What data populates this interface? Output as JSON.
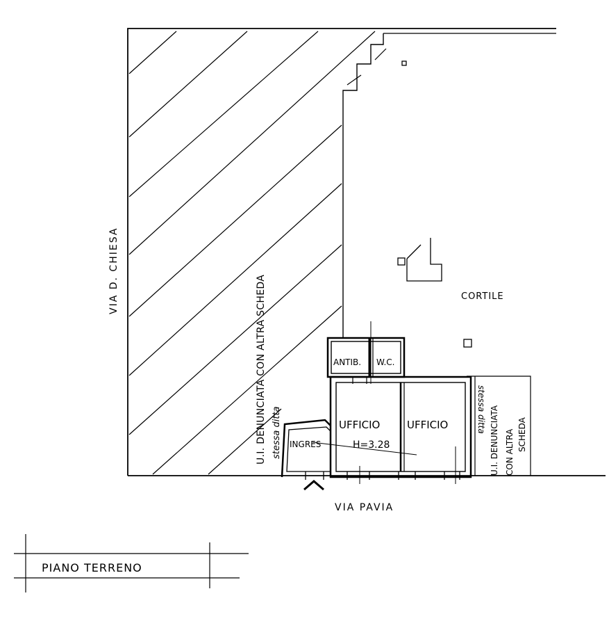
{
  "labels": {
    "via_chiesa": "VIA D. CHIESA",
    "via_pavia": "VIA PAVIA",
    "cortile": "CORTILE",
    "denunciata_left": "U.I. DENUNCIATA CON ALTRA SCHEDA",
    "stessa_ditta_left": "stessa ditta",
    "stessa_ditta_right": "stessa ditta",
    "denunciata_right_1": "U.I. DENUNCIATA",
    "denunciata_right_2": "CON ALTRA",
    "denunciata_right_3": "SCHEDA",
    "antib": "ANTIB.",
    "wc": "W.C.",
    "ufficio_1": "UFFICIO",
    "ufficio_2": "UFFICIO",
    "height_note": "H=3.28",
    "ingresso": "INGRES",
    "piano": "PIANO TERRENO"
  },
  "colors": {
    "ink": "#000000",
    "paper": "#ffffff"
  }
}
